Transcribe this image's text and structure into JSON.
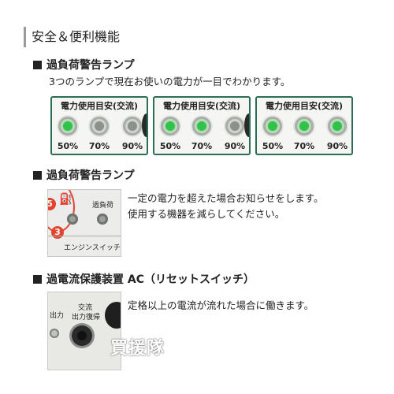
{
  "section_title": "安全＆便利機能",
  "feature1": {
    "heading": "過負荷警告ランプ",
    "description": "3つのランプで現在お使いの電力が一目でわかります。",
    "panels": [
      {
        "caption": "電力使用目安(交流)",
        "lamps": [
          {
            "label": "50%",
            "lit": true
          },
          {
            "label": "70%",
            "lit": false
          },
          {
            "label": "90%",
            "lit": false
          }
        ]
      },
      {
        "caption": "電力使用目安(交流)",
        "lamps": [
          {
            "label": "50%",
            "lit": true
          },
          {
            "label": "70%",
            "lit": true
          },
          {
            "label": "90%",
            "lit": false
          }
        ]
      },
      {
        "caption": "電力使用目安(交流)",
        "lamps": [
          {
            "label": "50%",
            "lit": true
          },
          {
            "label": "70%",
            "lit": true
          },
          {
            "label": "90%",
            "lit": true
          }
        ]
      }
    ],
    "lit_color": "#31c24a"
  },
  "feature2": {
    "heading": "過負荷警告ランプ",
    "description_line1": "一定の電力を超えた場合お知らせをします。",
    "description_line2": "使用する機器を減らしてください。",
    "photo_labels": {
      "badge_top": "5",
      "badge_bottom": "3",
      "lamp_label": "過負荷",
      "switch_label": "エンジンスイッチ"
    }
  },
  "feature3": {
    "heading": "過電流保護装置 AC（リセットスイッチ）",
    "description": "定格以上の電流が流れた場合に働きます。",
    "photo_labels": {
      "left_label": "出力",
      "top_label_1": "交流",
      "top_label_2": "出力復帰"
    }
  },
  "watermark": "買援隊",
  "colors": {
    "panel_border": "#2d6d55",
    "badge_red": "#e0452d"
  }
}
